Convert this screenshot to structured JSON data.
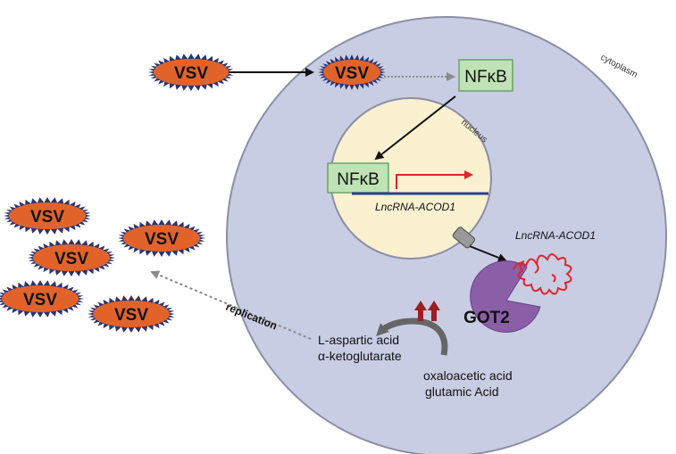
{
  "labels": {
    "cytoplasm": "cytoplasm",
    "nucleus": "nucleus",
    "nfkb": "NFκB",
    "lncrna": "LncRNA-ACOD1",
    "got2": "GOT2",
    "replication": "replication",
    "products": [
      "L-aspartic acid",
      "α-ketoglutarate"
    ],
    "substrates": [
      "oxaloacetic acid",
      "glutamic Acid"
    ],
    "virus": "VSV"
  },
  "colors": {
    "cell_fill": "#c8cde3",
    "cell_stroke": "#8a8fa6",
    "nucleus_fill": "#fbf0cf",
    "nfkb_fill": "#bfe3b4",
    "nfkb_stroke": "#6aa26a",
    "virus_body": "#e2632a",
    "virus_spikes": "#2d3470",
    "got2_fill": "#8b5ea8",
    "rna_red": "#e0242a",
    "dna_blue": "#2a3f8f",
    "up_arrows": "#9c1e22",
    "grey_arrow": "#666666"
  },
  "icons": [
    "virus-icon",
    "dna-strand-icon",
    "nuclear-pore-icon",
    "rna-icon",
    "enzyme-icon"
  ]
}
